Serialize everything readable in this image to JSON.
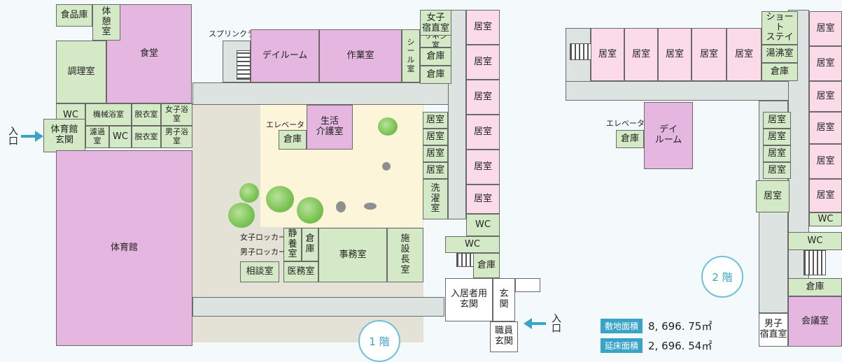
{
  "f1": {
    "shokuhinko": "食品庫",
    "kyukeishitsu": "体\n憩\n室",
    "choririshitsu": "調理室",
    "shokudo": "食堂",
    "wc_a": "WC",
    "kikai_yokushitsu": "機械浴室",
    "datsui_a": "脱衣室",
    "joshi_yokushitsu": "女子浴室",
    "taiikukan_genkan": "体育館\n玄関",
    "roka_shitsu": "濾過室",
    "wc_b": "WC",
    "datsui_b": "脱衣室",
    "danshi_yokushitsu": "男子浴室",
    "taiikukan": "体育館",
    "sprinkler": "スプリンクラー室",
    "dayroom": "デイルーム",
    "sagyoshitsu": "作業室",
    "seal_shitsu": "シ\nー\nル\n室",
    "joshi_shukuchoku": "女子\n宿直室",
    "linen": "リネン室",
    "soko_a": "倉庫",
    "soko_b": "倉庫",
    "elevator": "エレベータ",
    "soko_c": "倉庫",
    "seikatsu_kaigo": "生活\n介護室",
    "kyoshitsu_1": "居室",
    "kyoshitsu_2": "居室",
    "kyoshitsu_3": "居室",
    "kyoshitsu_4": "居室",
    "sentakushitsu": "洗\n濯\n室",
    "east_rooms": [
      "居室",
      "居室",
      "居室",
      "居室",
      "居室",
      "居室"
    ],
    "wc_c": "WC",
    "wc_d": "WC",
    "soko_d": "倉庫",
    "joshi_locker": "女子ロッカー",
    "danshi_locker": "男子ロッカー",
    "seiyoshitsu": "静\n養\n室",
    "soko_e": "倉\n庫",
    "jimushitsu": "事務室",
    "shisetsuchoshitsu": "施\n設\n長\n室",
    "sodanshitsu": "相談室",
    "imushitsu": "医務室",
    "nyukyosha_genkan": "入居者用\n玄関",
    "genkan": "玄\n関",
    "shokuin_genkan": "職員\n玄関",
    "entrance_left": "入口",
    "entrance_right": "入口",
    "floor_label": "1 階"
  },
  "f2": {
    "north_rooms": [
      "居室",
      "居室",
      "居室",
      "居室",
      "居室"
    ],
    "short_stay": "ショート\nステイ",
    "yuwakashi": "湯沸室",
    "soko_a": "倉庫",
    "east_rooms": [
      "居室",
      "居室",
      "居室",
      "居室",
      "居室",
      "居室"
    ],
    "elevator": "エレベータ",
    "soko_b": "倉庫",
    "dayroom": "デイ\nルーム",
    "mid_rooms": [
      "居室",
      "居室",
      "居室",
      "居室"
    ],
    "kyoshitsu_single": "居室",
    "wc_a": "WC",
    "wc_b": "WC",
    "soko_c": "倉庫",
    "kaigishitsu": "会議室",
    "danshi_shukuchoku": "男子\n宿直室",
    "floor_label": "2 階"
  },
  "stats": {
    "site_area_label": "敷地面積",
    "site_area_value": "8, 696. 75㎡",
    "floor_area_label": "延床面積",
    "floor_area_value": "2, 696. 54㎡"
  },
  "colors": {
    "green_room": "#d4e9c6",
    "purple_hall": "#e4b6e0",
    "pink_bedroom": "#fadbe7",
    "corridor": "#dde3e1",
    "accent": "#3aa3c8"
  }
}
